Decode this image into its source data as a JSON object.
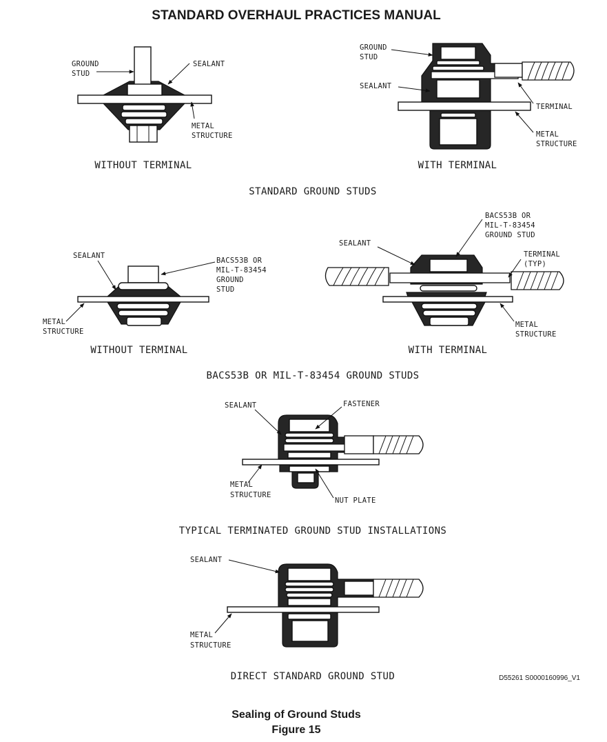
{
  "header": {
    "title": "STANDARD OVERHAUL PRACTICES MANUAL"
  },
  "section1": {
    "title": "STANDARD GROUND STUDS",
    "left": {
      "caption": "WITHOUT TERMINAL",
      "labels": {
        "ground_stud_1": "GROUND",
        "ground_stud_2": "STUD",
        "sealant": "SEALANT",
        "metal_1": "METAL",
        "metal_2": "STRUCTURE"
      }
    },
    "right": {
      "caption": "WITH TERMINAL",
      "labels": {
        "ground_stud_1": "GROUND",
        "ground_stud_2": "STUD",
        "sealant": "SEALANT",
        "terminal": "TERMINAL",
        "metal_1": "METAL",
        "metal_2": "STRUCTURE"
      }
    }
  },
  "section2": {
    "title": "BACS53B OR MIL-T-83454 GROUND STUDS",
    "left": {
      "caption": "WITHOUT TERMINAL",
      "labels": {
        "sealant": "SEALANT",
        "bacs_1": "BACS53B OR",
        "bacs_2": "MIL-T-83454",
        "bacs_3": "GROUND",
        "bacs_4": "STUD",
        "metal_1": "METAL",
        "metal_2": "STRUCTURE"
      }
    },
    "right": {
      "caption": "WITH TERMINAL",
      "labels": {
        "bacs_1": "BACS53B OR",
        "bacs_2": "MIL-T-83454",
        "bacs_3": "GROUND STUD",
        "sealant": "SEALANT",
        "terminal_1": "TERMINAL",
        "terminal_2": "(TYP)",
        "metal_1": "METAL",
        "metal_2": "STRUCTURE"
      }
    }
  },
  "section3": {
    "title": "TYPICAL TERMINATED GROUND STUD INSTALLATIONS",
    "labels": {
      "sealant": "SEALANT",
      "fastener": "FASTENER",
      "metal_1": "METAL",
      "metal_2": "STRUCTURE",
      "nut_plate": "NUT PLATE"
    }
  },
  "section4": {
    "title": "DIRECT STANDARD GROUND STUD",
    "labels": {
      "sealant": "SEALANT",
      "metal_1": "METAL",
      "metal_2": "STRUCTURE"
    }
  },
  "drawing_ref": "D55261 S0000160996_V1",
  "figure": {
    "title": "Sealing of Ground Studs",
    "number": "Figure 15"
  }
}
